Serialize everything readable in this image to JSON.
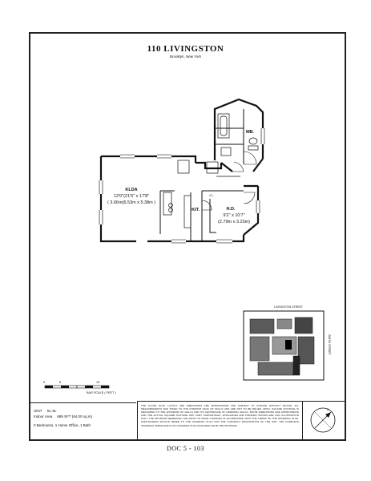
{
  "header": {
    "title": "110 LIVINGSTON",
    "subtitle": "Brooklyn, New York"
  },
  "rooms": {
    "klda_name": "KLDA",
    "klda_dim_ft": "12'0\"(21'5\" x 17'8\"",
    "klda_dim_m": "( 3.66m(6.53m x 5.38m )",
    "bath_name": "MB.",
    "kit_name": "KIT.",
    "hd_name": "H.D.",
    "hd_dim_ft": "9'2\" x 10'7\"",
    "hd_dim_m": "(2.79m x 3.23m)",
    "cl_name": "CL."
  },
  "scale": {
    "label": "BAR SCALE ( FEET )",
    "marks": [
      "0",
      "5",
      "10"
    ]
  },
  "key_plan": {
    "street_top": "LIVINGSTON STREET",
    "street_right": "SMITH STREET"
  },
  "unit_info": {
    "unit_label": "UNIT",
    "unit_value": "SL-5L",
    "area_label": "Indoor Area",
    "area_value": "689 SFT (64.00 sq.m)",
    "summary": "0 Bedrooms, 1 Home Office, 1 Bath"
  },
  "disclaimer": "THE FLOOR PLAN, LAYOUT AND DIMENSIONS ARE APPROXIMATE AND SUBJECT TO CHANGE WITHOUT NOTICE. ALL MEASUREMENTS ARE TAKEN TO THE INTERIOR FACE OF WALLS AND ARE NOT TO BE RELIED UPON. SQUARE FOOTAGE IS MEASURED TO THE EXTERIOR OF WALLS AND ITS CENTERLINE OF DEMISING WALLS. ROOM DIMENSIONS ARE APPROXIMATE AND THE ACTUAL SQUARE FOOTAGE MAY VARY. FURNISHINGS, APPLIANCES AND FINISHES SHOWN ARE FOR ILLUSTRATION ONLY. THE SPONSOR RESERVES THE RIGHT TO MAKE CHANGES IN ACCORDANCE WITH THE TERMS OF THE OFFERING PLAN. PURCHASERS SHOULD REFER TO THE OFFERING PLAN FOR THE CONTRACT DESCRIPTION OF THE UNIT. THE COMPLETE OFFERING TERMS ARE IN AN OFFERING PLAN AVAILABLE FROM THE SPONSOR.",
  "doc_number": "DOC 5 - 103",
  "compass": "N"
}
